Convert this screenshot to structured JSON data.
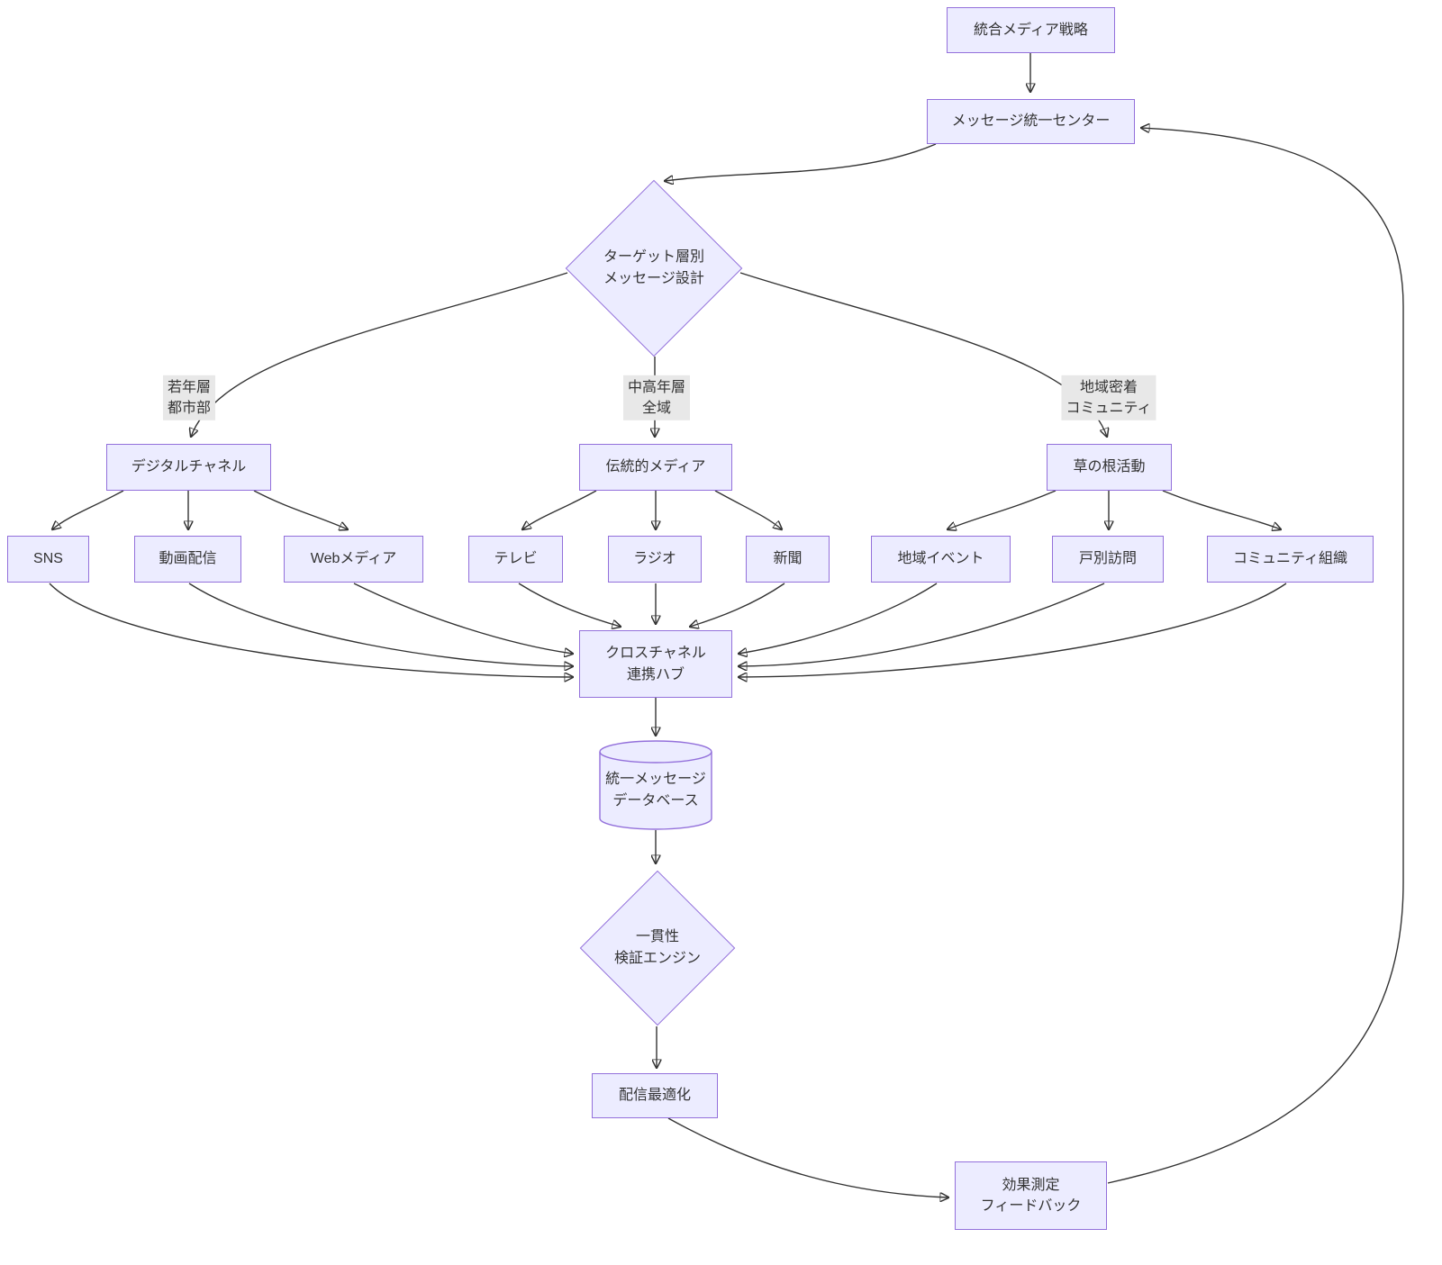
{
  "nodes": {
    "strategy": "統合メディア戦略",
    "message_center": "メッセージ統一センター",
    "target_design": "ターゲット層別\nメッセージ設計",
    "digital_channel": "デジタルチャネル",
    "traditional_media": "伝統的メディア",
    "grassroots": "草の根活動",
    "sns": "SNS",
    "video": "動画配信",
    "web_media": "Webメディア",
    "tv": "テレビ",
    "radio": "ラジオ",
    "newspaper": "新聞",
    "local_events": "地域イベント",
    "door_to_door": "戸別訪問",
    "community_org": "コミュニティ組織",
    "cross_channel_hub": "クロスチャネル\n連携ハブ",
    "message_db": "統一メッセージ\nデータベース",
    "consistency_engine": "一貫性\n検証エンジン",
    "delivery_opt": "配信最適化",
    "feedback": "効果測定\nフィードバック"
  },
  "edge_labels": {
    "young_urban": "若年層\n都市部",
    "middle_aged": "中高年層\n全域",
    "community": "地域密着\nコミュニティ"
  },
  "colors": {
    "node_fill": "#ECECFF",
    "node_border": "#9370DB",
    "edge": "#333333",
    "edge_label_bg": "#e8e8e8",
    "text": "#333333"
  }
}
